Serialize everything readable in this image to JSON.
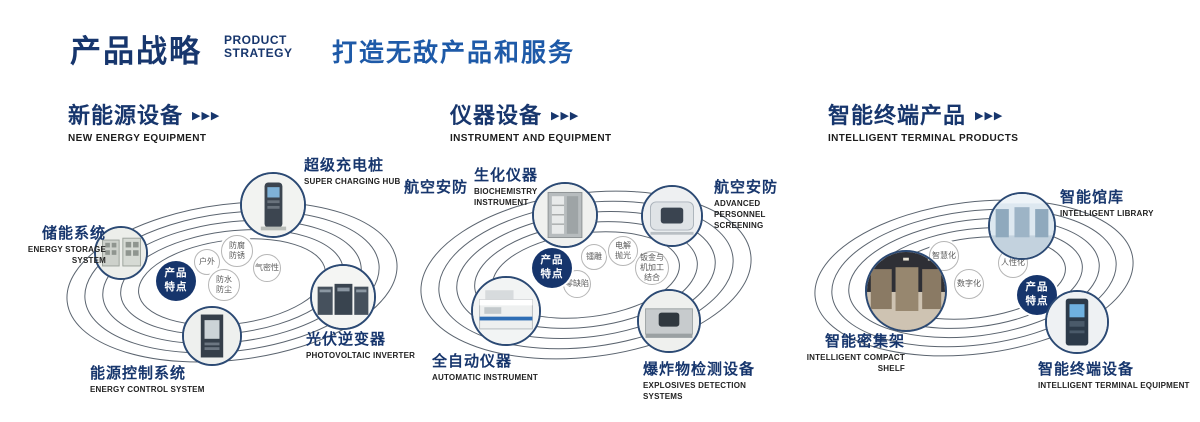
{
  "colors": {
    "navy": "#17366d",
    "blue": "#1e5aa8",
    "badge_bg": "#16356c"
  },
  "icons": {
    "triple_arrow": "▶▶▶"
  },
  "header": {
    "title": "产品战略",
    "subtitle_line1": "PRODUCT",
    "subtitle_line2": "STRATEGY",
    "tagline": "打造无敌产品和服务"
  },
  "badge": {
    "line1": "产品",
    "line2": "特点"
  },
  "sections": [
    {
      "title": "新能源设备",
      "subtitle": "NEW ENERGY EQUIPMENT",
      "products": [
        {
          "name": "储能系统",
          "en": "ENERGY STORAGE SYSTEM"
        },
        {
          "name": "超级充电桩",
          "en": "SUPER CHARGING HUB"
        },
        {
          "name": "光伏逆变器",
          "en": "PHOTOVOLTAIC INVERTER"
        },
        {
          "name": "能源控制系统",
          "en": "ENERGY CONTROL SYSTEM"
        }
      ],
      "features": [
        [
          "户外"
        ],
        [
          "防腐",
          "防锈"
        ],
        [
          "气密性"
        ],
        [
          "防水",
          "防尘"
        ]
      ]
    },
    {
      "title": "仪器设备",
      "subtitle": "INSTRUMENT AND EQUIPMENT",
      "extra_label": "航空安防",
      "products": [
        {
          "name": "生化仪器",
          "en": "BIOCHEMISTRY INSTRUMENT"
        },
        {
          "name": "航空安防",
          "en": "ADVANCED PERSONNEL SCREENING"
        },
        {
          "name": "全自动仪器",
          "en": "AUTOMATIC INSTRUMENT"
        },
        {
          "name": "爆炸物检测设备",
          "en": "EXPLOSIVES DETECTION SYSTEMS"
        }
      ],
      "features": [
        [
          "镭雕"
        ],
        [
          "电解",
          "抛光"
        ],
        [
          "钣金与",
          "机加工",
          "结合"
        ],
        [
          "零缺陷"
        ]
      ]
    },
    {
      "title": "智能终端产品",
      "subtitle": "INTELLIGENT TERMINAL PRODUCTS",
      "products": [
        {
          "name": "智能馆库",
          "en": "INTELLIGENT LIBRARY"
        },
        {
          "name": "智能密集架",
          "en": "INTELLIGENT COMPACT SHELF"
        },
        {
          "name": "智能终端设备",
          "en": "INTELLIGENT TERMINAL EQUIPMENT"
        }
      ],
      "features": [
        [
          "智慧化"
        ],
        [
          "人性化"
        ],
        [
          "数字化"
        ]
      ]
    }
  ]
}
